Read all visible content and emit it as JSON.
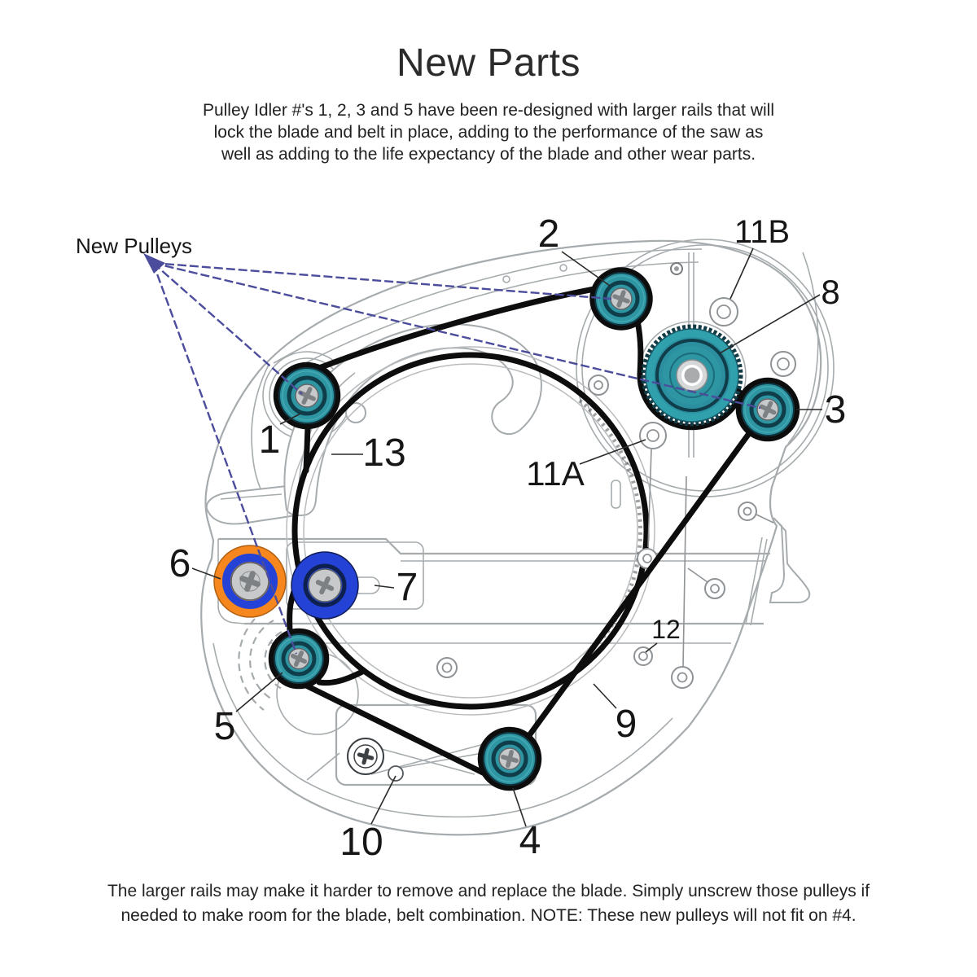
{
  "title": "New Parts",
  "intro": {
    "line1": "Pulley Idler #'s 1, 2, 3 and 5 have been re-designed with larger rails that will",
    "line2": "lock the blade and belt in place, adding to the performance of the saw as",
    "line3": "well as adding to the life expectancy of the blade and other wear parts."
  },
  "footer": {
    "line1": "The larger rails may make it harder to remove and replace the blade. Simply unscrew those pulleys if",
    "line2": "needed to make room for the blade, belt combination. NOTE:  These new pulleys will not fit on #4."
  },
  "diagram": {
    "callout": "New Pulleys",
    "labels": {
      "l1": "1",
      "l2": "2",
      "l3": "3",
      "l4": "4",
      "l5": "5",
      "l6": "6",
      "l7": "7",
      "l8": "8",
      "l9": "9",
      "l10": "10",
      "l11a": "11A",
      "l11b": "11B",
      "l12": "12",
      "l13": "13"
    }
  },
  "colors": {
    "outline": "#a6abae",
    "belt": "#0d0d0d",
    "teal": "#2e96a3",
    "teal_light": "#45a9b3",
    "teal_dark": "#0f3d4a",
    "gear": "#31a0ad",
    "orange": "#f6871f",
    "blue": "#2443d6",
    "screw": "#c7c9ca",
    "cross": "#7d8184",
    "arrow": "#4c4c9c"
  }
}
